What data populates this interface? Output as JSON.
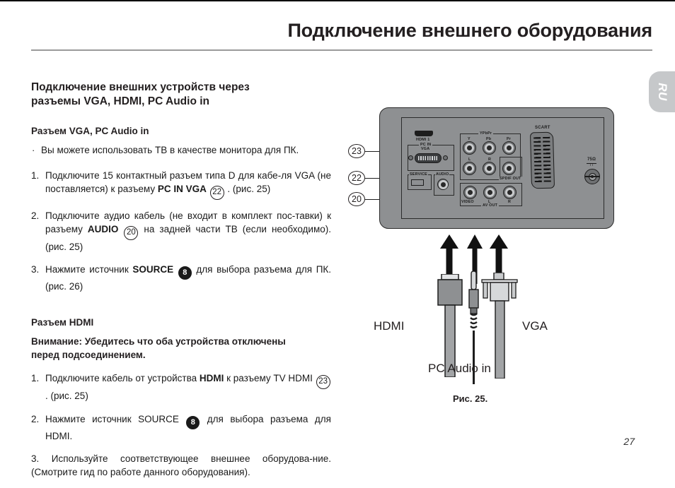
{
  "header": {
    "title": "Подключение внешнего оборудования"
  },
  "side_tab": {
    "label": "RU"
  },
  "left": {
    "section_title_line1": "Подключение внешних устройств через",
    "section_title_line2": "разъемы VGA, HDMI, PC Audio in",
    "vga_subtitle": "Разъем VGA, PC Audio in",
    "bullet": "Вы можете использовать ТВ в качестве монитора для ПК.",
    "bullet_dot": "·",
    "steps_vga": [
      {
        "num": "1.",
        "part1": "Подключите 15 контактный разъем типа D для кабе-ля VGA (не поставляется) к разъему ",
        "bold": "PC IN VGA",
        "ref": "22",
        "ref_style": "outline",
        "part2": " . (рис. 25)"
      },
      {
        "num": "2.",
        "part1": "Подключите аудио кабель (не входит в комплект пос-тавки) к разъему ",
        "bold": "AUDIO",
        "ref": "20",
        "ref_style": "outline",
        "part2": " на задней части ТВ (если необходимо). (рис. 25)"
      },
      {
        "num": "3.",
        "part1": "Нажмите источник ",
        "bold": "SOURCE",
        "ref": "8",
        "ref_style": "filled",
        "part2": " для выбора разъема для ПК. (рис. 26)"
      }
    ],
    "hdmi_subtitle": "Разъем HDMI",
    "warning_line1": "Внимание: Убедитесь что оба устройства отключены",
    "warning_line2": "перед подсоединением.",
    "steps_hdmi": [
      {
        "num": "1.",
        "part1": "Подключите кабель от устройства ",
        "bold": "HDMI",
        "ref": "23",
        "ref_style": "outline",
        "part2": " к разъему TV HDMI ",
        "part3": " . (рис. 25)"
      },
      {
        "num": "2.",
        "part1": "Нажмите источник SOURCE ",
        "bold": "",
        "ref": "8",
        "ref_style": "filled",
        "part2": " для выбора разъема для HDMI."
      },
      {
        "num": "3.",
        "part1": "Используйте соответствующее внешнее оборудова-ние. (Смотрите гид по работе данного оборудования).",
        "bold": "",
        "ref": "",
        "ref_style": "",
        "part2": ""
      }
    ]
  },
  "figure": {
    "caption": "Рис. 25.",
    "callouts": [
      {
        "id": "23",
        "label": "23"
      },
      {
        "id": "22",
        "label": "22"
      },
      {
        "id": "20",
        "label": "20"
      }
    ],
    "panel_labels": {
      "hdmi1": "HDMI 1",
      "pc_in": "PC IN",
      "vga": "VGA",
      "service": "SERVICE",
      "audio": "AUDIO",
      "ypbpr": "YPbPr",
      "y": "Y",
      "pb": "Pb",
      "pr": "Pr",
      "l_top": "L",
      "r_top": "R",
      "spdif_out": "SPDIF OUT",
      "video": "VIDEO",
      "l_bottom": "L",
      "r_bottom": "R",
      "av_out": "AV OUT",
      "scart": "SCART",
      "antenna_ohm": "75Ω",
      "antenna_symbol": "\u0003"
    },
    "cables": {
      "hdmi_label": "HDMI",
      "vga_label": "VGA",
      "audio_label": "PC Audio in"
    }
  },
  "footer": {
    "page_number": "27"
  },
  "colors": {
    "panel_gray": "#8e9092",
    "rule_gray": "#9a9a9a",
    "tab_gray": "#c6c8ca",
    "text": "#231f20"
  }
}
